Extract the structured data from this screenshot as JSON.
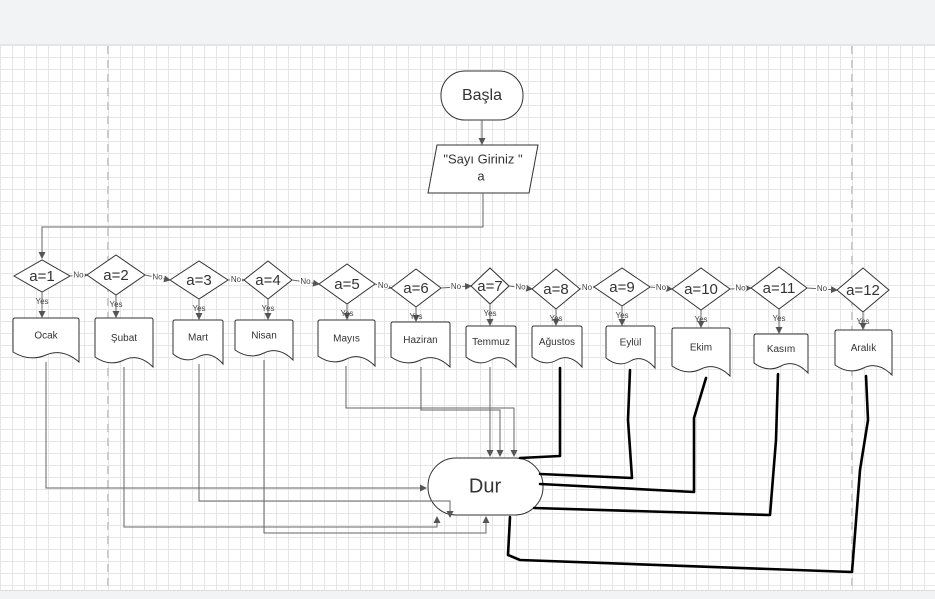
{
  "flowchart": {
    "start": "Başla",
    "input_line1": "\"Sayı Giriniz \"",
    "input_line2": "a",
    "end": "Dur",
    "yes_label": "Yes",
    "no_label": "No",
    "decisions": [
      "a=1",
      "a=2",
      "a=3",
      "a=4",
      "a=5",
      "a=6",
      "a=7",
      "a=8",
      "a=9",
      "a=10",
      "a=11",
      "a=12"
    ],
    "months": [
      "Ocak",
      "Şubat",
      "Mart",
      "Nisan",
      "Mayıs",
      "Haziran",
      "Temmuz",
      "Ağustos",
      "Eylül",
      "Ekim",
      "Kasım",
      "Aralık"
    ]
  }
}
